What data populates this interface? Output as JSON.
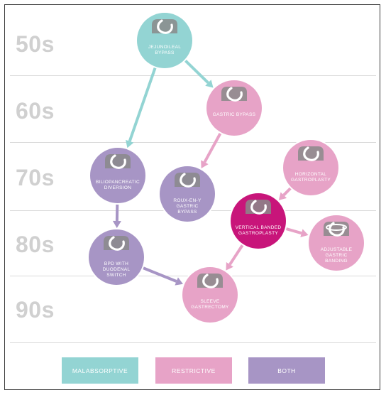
{
  "decades": [
    "50s",
    "60s",
    "70s",
    "80s",
    "90s"
  ],
  "colors": {
    "malabsorptive": "#93d4d3",
    "restrictive": "#e7a3c7",
    "both": "#a795c5",
    "highlight": "#c8157a"
  },
  "nodes": [
    {
      "id": "jejunoileal",
      "label": "JEJUNOILEAL\nBYPASS",
      "category": "malabsorptive",
      "icon": "intestine-icon"
    },
    {
      "id": "gastric-bypass",
      "label": "GASTRIC BYPASS",
      "category": "restrictive",
      "icon": "stomach-bypass-icon"
    },
    {
      "id": "biliopancreatic",
      "label": "BILIOPANCREATIC\nDIVERSION",
      "category": "both",
      "icon": "stomach-diversion-icon"
    },
    {
      "id": "roux-en-y",
      "label": "ROUX-EN-Y GASTRIC\nBYPASS",
      "category": "both",
      "icon": "stomach-roux-icon"
    },
    {
      "id": "horizontal",
      "label": "HORIZONTAL\nGASTROPLASTY",
      "category": "restrictive",
      "icon": "stomach-staple-icon"
    },
    {
      "id": "vertical-banded",
      "label": "VERTICAL BANDED\nGASTROPLASTY",
      "category": "highlight",
      "icon": "stomach-band-icon"
    },
    {
      "id": "adjustable-band",
      "label": "ADJUSTABLE GASTRIC\nBANDING",
      "category": "restrictive",
      "icon": "gastric-band-icon"
    },
    {
      "id": "bpd-duodenal",
      "label": "BPD WITH DUODENAL\nSWITCH",
      "category": "both",
      "icon": "stomach-switch-icon"
    },
    {
      "id": "sleeve",
      "label": "SLEEVE\nGASTRECTOMY",
      "category": "restrictive",
      "icon": "stomach-sleeve-icon"
    }
  ],
  "edges": [
    {
      "from": "jejunoileal",
      "to": "gastric-bypass",
      "category": "malabsorptive"
    },
    {
      "from": "jejunoileal",
      "to": "biliopancreatic",
      "category": "malabsorptive"
    },
    {
      "from": "gastric-bypass",
      "to": "roux-en-y",
      "category": "restrictive"
    },
    {
      "from": "biliopancreatic",
      "to": "bpd-duodenal",
      "category": "both"
    },
    {
      "from": "horizontal",
      "to": "vertical-banded",
      "category": "restrictive"
    },
    {
      "from": "vertical-banded",
      "to": "adjustable-band",
      "category": "restrictive"
    },
    {
      "from": "vertical-banded",
      "to": "sleeve",
      "category": "restrictive"
    },
    {
      "from": "bpd-duodenal",
      "to": "sleeve",
      "category": "both"
    }
  ],
  "legend": [
    {
      "label": "MALABSORPTIVE",
      "category": "malabsorptive"
    },
    {
      "label": "RESTRICTIVE",
      "category": "restrictive"
    },
    {
      "label": "BOTH",
      "category": "both"
    }
  ]
}
